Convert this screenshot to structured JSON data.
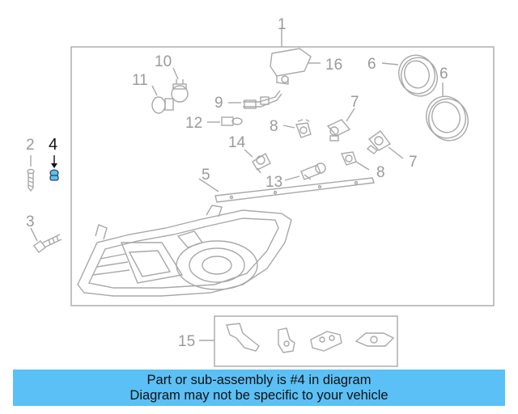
{
  "callouts": {
    "c1": "1",
    "c2": "2",
    "c3": "3",
    "c4": "4",
    "c5": "5",
    "c6a": "6",
    "c6b": "6",
    "c7a": "7",
    "c7b": "7",
    "c8a": "8",
    "c8b": "8",
    "c9": "9",
    "c10": "10",
    "c11": "11",
    "c12": "12",
    "c13": "13",
    "c14": "14",
    "c15": "15",
    "c16": "16"
  },
  "highlight": {
    "color": "#5bc0f5",
    "part": "4"
  },
  "banner": {
    "line1": "Part or sub-assembly is #4 in diagram",
    "line2": "Diagram may not be specific to your vehicle"
  }
}
